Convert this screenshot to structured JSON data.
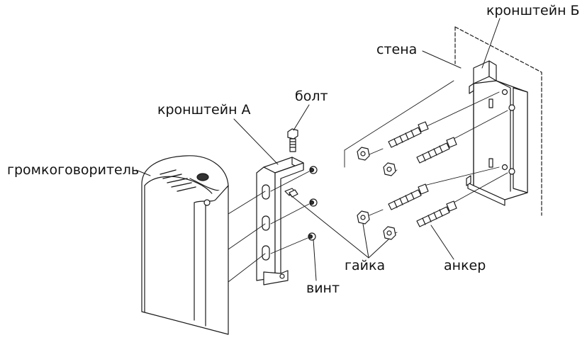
{
  "labels": {
    "bracket_b": "кронштейн Б",
    "wall": "стена",
    "bolt": "болт",
    "bracket_a": "кронштейн А",
    "speaker": "громкоговоритель",
    "nut": "гайка",
    "anchor": "анкер",
    "screw": "винт"
  },
  "colors": {
    "line": "#1a1a1a",
    "fill": "#ffffff",
    "shade": "#dddddd"
  }
}
